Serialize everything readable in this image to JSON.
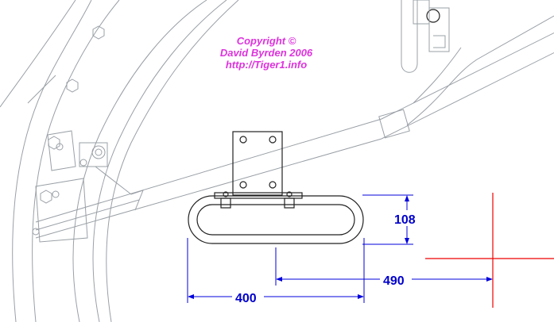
{
  "copyright": {
    "line1": "Copyright ©",
    "line2": "David Byrden 2006",
    "line3": "http://Tiger1.info",
    "color": "#dd33dd"
  },
  "dimensions": {
    "height_label": "108",
    "offset_label": "490",
    "width_label": "400",
    "color": "#0000cc"
  },
  "centerline_color": "#ee0000"
}
